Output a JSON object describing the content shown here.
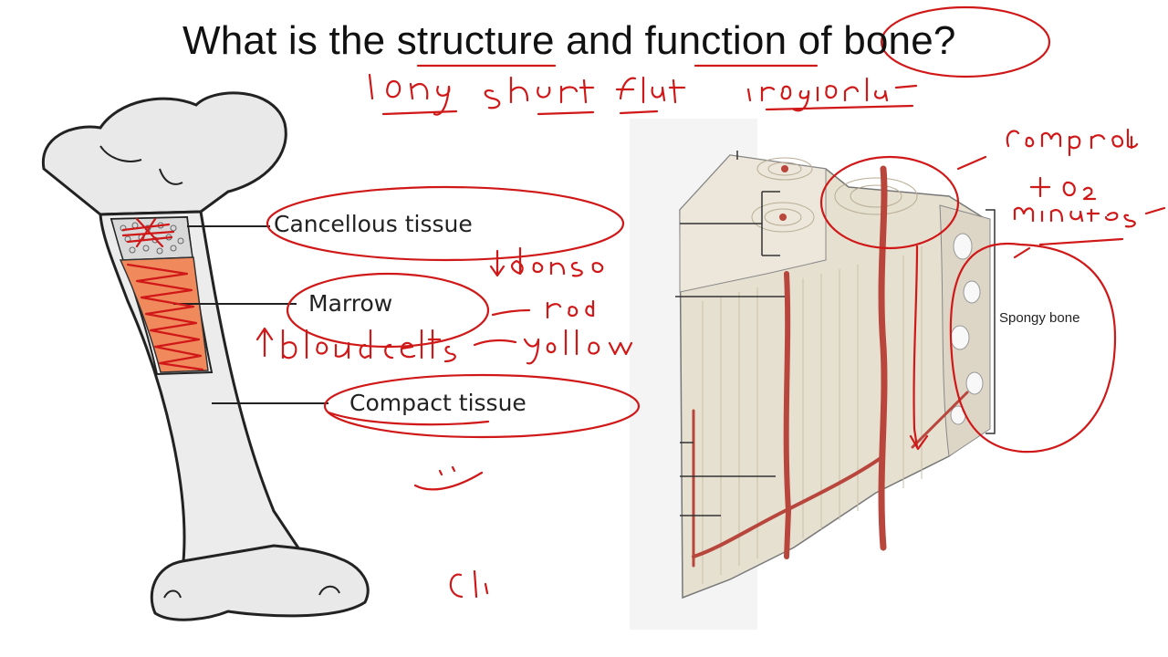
{
  "title": "What is the structure and function of bone?",
  "labels": {
    "cancellous": "Cancellous tissue",
    "marrow": "Marrow",
    "compact": "Compact tissue",
    "spongy": "Spongy bone"
  },
  "colors": {
    "ink": "#d01818",
    "marrow_fill": "#f08a5d",
    "bone_fill": "#ececec",
    "section_fill": "#e7e1d3",
    "vessel": "#b8463c"
  }
}
